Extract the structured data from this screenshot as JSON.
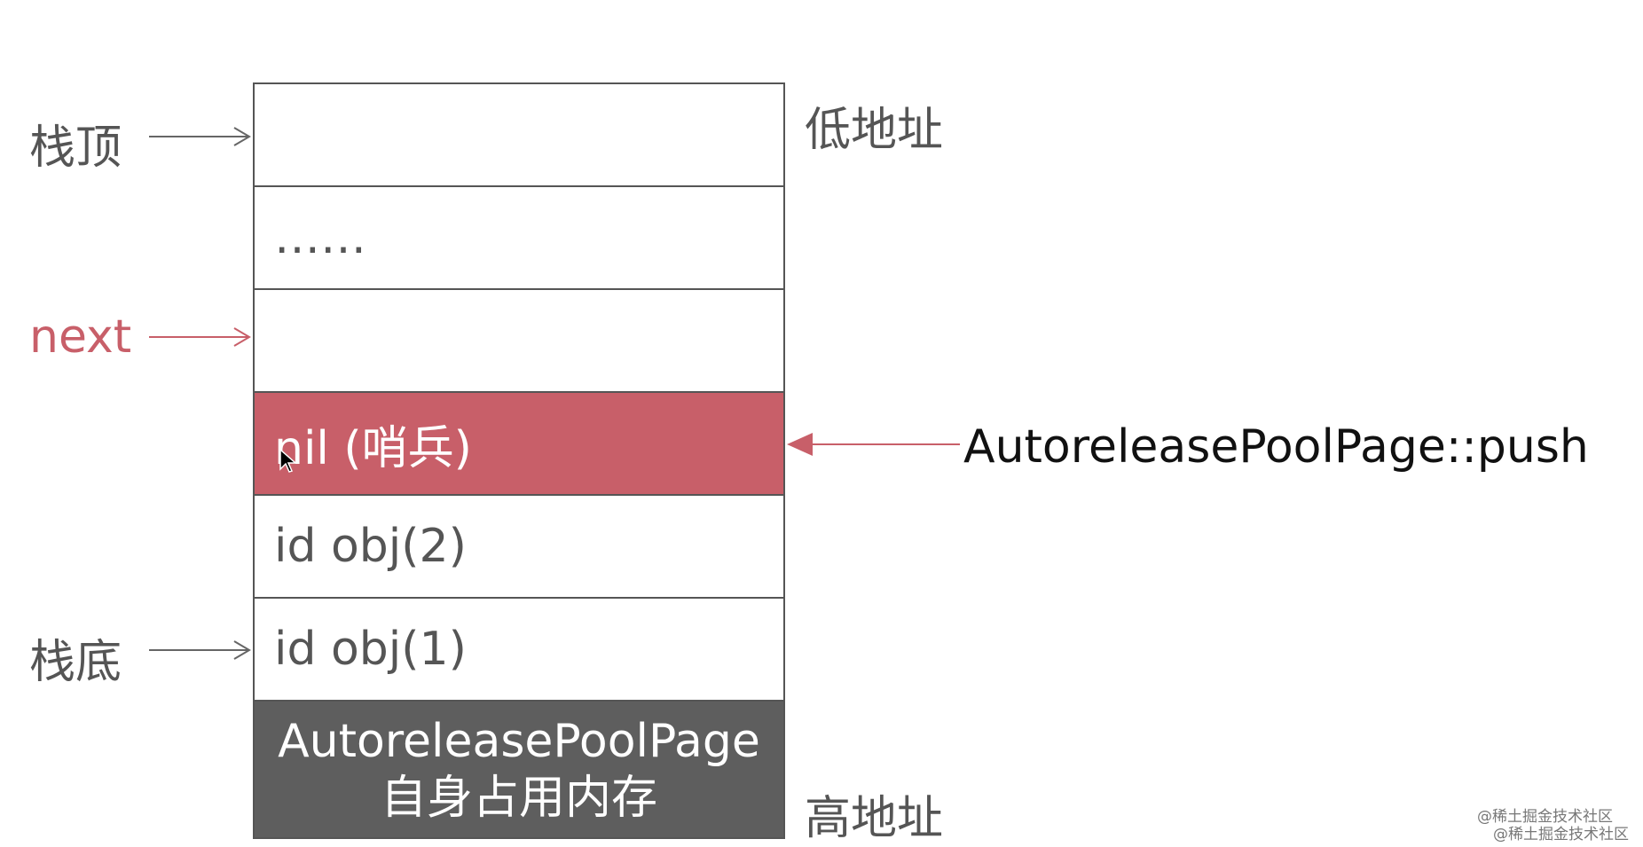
{
  "labels": {
    "stack_top": "栈顶",
    "next": "next",
    "stack_bottom": "栈底",
    "low_address": "低地址",
    "high_address": "高地址",
    "push": "AutoreleasePoolPage::push"
  },
  "cells": [
    {
      "text": ""
    },
    {
      "text": "……"
    },
    {
      "text": ""
    },
    {
      "text": "nil (哨兵)"
    },
    {
      "text": "id obj(2)"
    },
    {
      "text": "id obj(1)"
    }
  ],
  "header_cell": {
    "line1": "AutoreleasePoolPage",
    "line2": "自身占用内存"
  },
  "watermark": [
    "@稀土掘金技术社区",
    "@稀土掘金技术社区"
  ],
  "colors": {
    "sentinel": "#c85f69",
    "header": "#5e5e5e",
    "text_gray": "#555555",
    "accent_red": "#c85f69"
  },
  "icons": [
    "mouse-cursor-icon"
  ]
}
